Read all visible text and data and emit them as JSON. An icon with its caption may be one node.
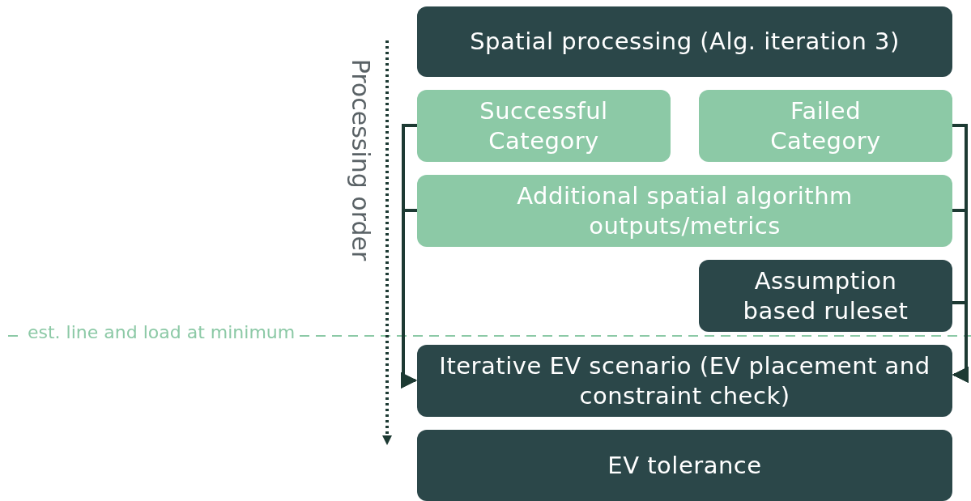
{
  "diagram": {
    "nodes": [
      {
        "text": [
          "Spatial processing (Alg. iteration 3)"
        ]
      },
      {
        "text": [
          "Successful Category"
        ]
      },
      {
        "text": [
          "Failed Category"
        ]
      },
      {
        "text": [
          "Additional spatial algorithm outputs/metrics"
        ]
      },
      {
        "text": [
          "Assumption based ruleset"
        ]
      },
      {
        "text": [
          "Iterative EV scenario (EV placement and constraint check)"
        ]
      },
      {
        "text": [
          "EV tolerance"
        ]
      }
    ],
    "edges": [
      {
        "from": 1,
        "to": 5,
        "arrow": "to"
      },
      {
        "from": 3,
        "to": 5,
        "arrow": "to"
      },
      {
        "from": 2,
        "to": 5,
        "arrow": "to"
      },
      {
        "from": 3,
        "to": 5,
        "arrow": "to"
      },
      {
        "from": 4,
        "to": 5,
        "arrow": "to"
      }
    ],
    "labels": [
      "Processing order",
      "est. line and load at minimum"
    ]
  }
}
